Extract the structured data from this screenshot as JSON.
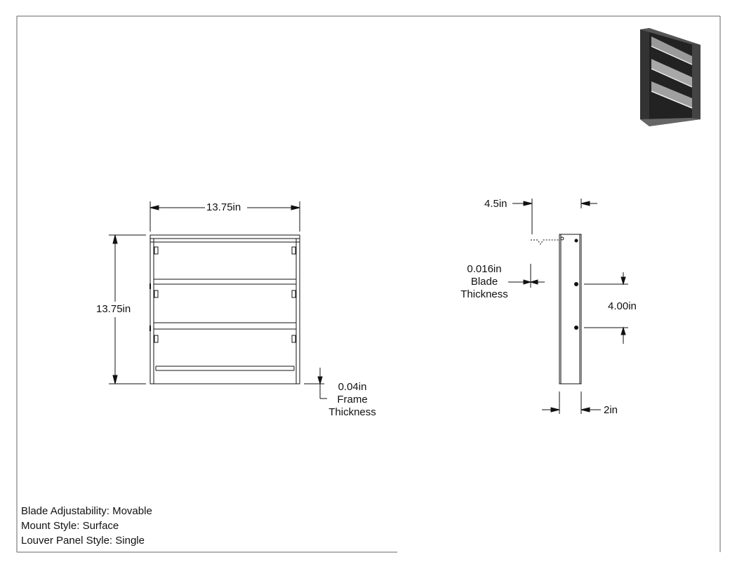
{
  "front_view": {
    "width_dim": "13.75in",
    "height_dim": "13.75in",
    "frame_thickness_value": "0.04in",
    "frame_thickness_label_1": "Frame",
    "frame_thickness_label_2": "Thickness"
  },
  "side_view": {
    "depth_dim": "4.5in",
    "blade_thickness_value": "0.016in",
    "blade_thickness_label_1": "Blade",
    "blade_thickness_label_2": "Thickness",
    "spacing_dim": "4.00in",
    "frame_depth_dim": "2in"
  },
  "specs": [
    {
      "name": "Blade Adjustability",
      "value": "Movable"
    },
    {
      "name": "Mount Style",
      "value": "Surface"
    },
    {
      "name": "Louver Panel Style",
      "value": "Single"
    }
  ]
}
